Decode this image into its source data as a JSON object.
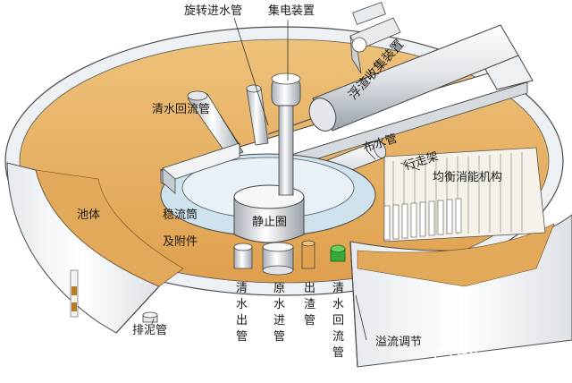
{
  "labels": {
    "rotary_inlet": "旋转进水管",
    "collector": "集电装置",
    "float_collector": "浮渣收集装置",
    "clear_return_top": "清水回流管",
    "water_distributor": "布水管",
    "walking_frame": "行走架",
    "balance_device": "均衡消能机构",
    "tank_body": "池体",
    "stabilizer_1": "稳流筒",
    "stabilizer_2": "及附件",
    "still_ring": "静止圈",
    "sludge_pipe": "排泥管",
    "overflow": "溢流调节"
  },
  "vertical_labels": {
    "clear_outlet": [
      "清",
      "水",
      "出",
      "管"
    ],
    "raw_inlet": [
      "原",
      "水",
      "进",
      "管"
    ],
    "slag_outlet": [
      "出",
      "渣",
      "管"
    ],
    "clear_return": [
      "清",
      "水",
      "回",
      "流",
      "管"
    ]
  },
  "watermark": {
    "text": "建筑塑料管道网",
    "sub": "cpiaa.com"
  },
  "colors": {
    "water": "#e9b565",
    "water_dark": "#d99a44",
    "wall": "#f4f6f8",
    "wall_edge": "#4a4a4a",
    "pipe": "#e8ebee",
    "green_cap": "#3aa83a"
  }
}
